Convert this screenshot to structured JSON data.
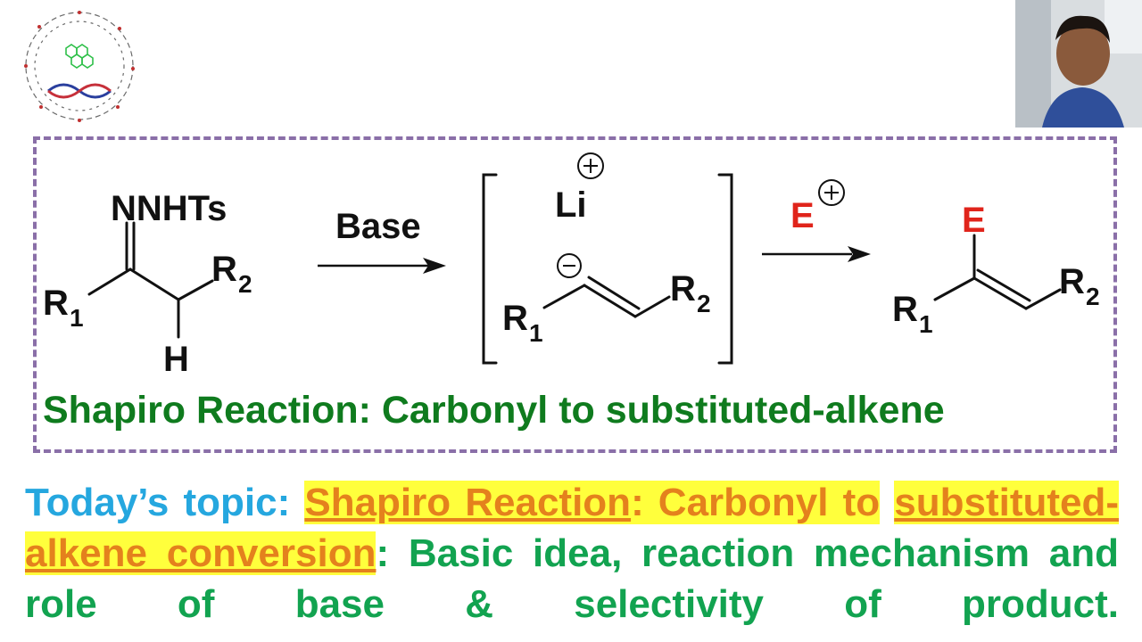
{
  "scheme": {
    "reactant": {
      "top": "NNHTs",
      "r1": "R",
      "r1_sub": "1",
      "r2": "R",
      "r2_sub": "2",
      "h": "H"
    },
    "step1_reagent": "Base",
    "intermediate": {
      "counterion": "Li",
      "r1": "R",
      "r1_sub": "1",
      "r2": "R",
      "r2_sub": "2"
    },
    "step2_reagent": "E",
    "product": {
      "e": "E",
      "r1": "R",
      "r1_sub": "1",
      "r2": "R",
      "r2_sub": "2"
    },
    "colors": {
      "electrophile": "#e0241b",
      "frame": "#8a6fa8",
      "caption": "#0f7b1e"
    }
  },
  "caption": "Shapiro Reaction: Carbonyl to substituted-alkene",
  "topic": {
    "lead": "Today’s topic:",
    "hl1_underlined": "Shapiro Reaction",
    "hl1_rest": ": Carbonyl to",
    "hl2_underlined": "substituted-alkene conversion",
    "colon": ":",
    "tail": "Basic idea, reaction mechanism and role of base & selectivity of product."
  },
  "icons": {
    "logo": "cyclodextrin-dna-logo",
    "photo": "presenter-photo"
  }
}
